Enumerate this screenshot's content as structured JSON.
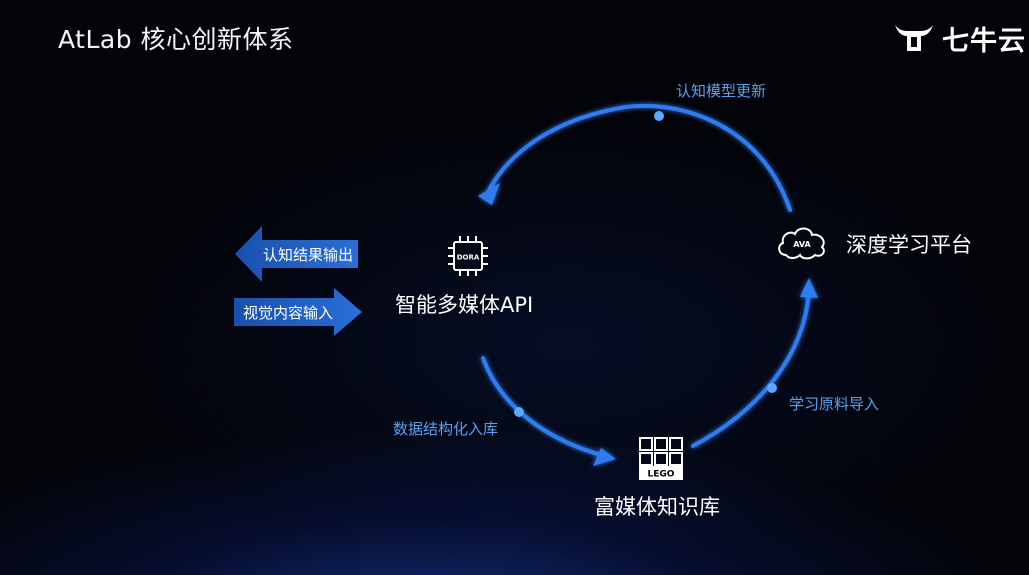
{
  "title": "AtLab 核心创新体系",
  "brand": {
    "name": "七牛云",
    "icon": "qiniu-bull-logo-icon"
  },
  "cycle_edges": {
    "top": "认知模型更新",
    "bottom_left": "数据结构化入库",
    "bottom_right": "学习原料导入"
  },
  "nodes": {
    "dora": {
      "label": "智能多媒体API",
      "icon_text": "DORA",
      "icon": "chip-icon"
    },
    "ava": {
      "label": "深度学习平台",
      "icon_text": "AVA",
      "icon": "brain-cloud-icon"
    },
    "lego": {
      "label": "富媒体知识库",
      "icon_text": "LEGO",
      "icon": "blocks-icon"
    }
  },
  "side_arrows": {
    "output": "认知结果输出",
    "input": "视觉内容输入"
  },
  "colors": {
    "arc": "#2f7cf0",
    "arc_glow": "#1a5fd8",
    "edge_label": "#5aa0ee",
    "side_arrow": "#1f5fc4"
  }
}
